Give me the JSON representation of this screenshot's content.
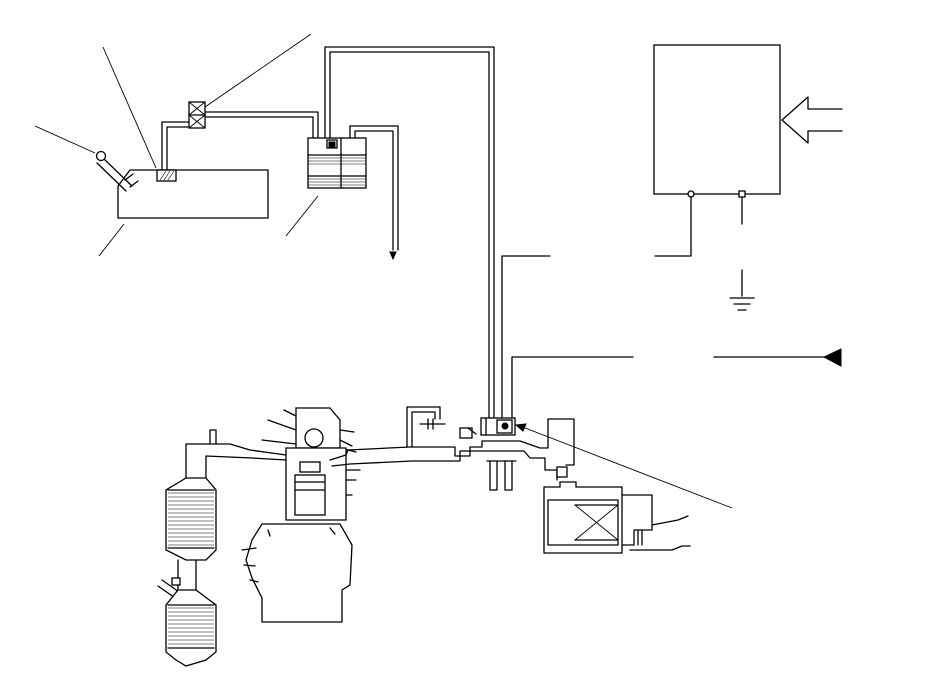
{
  "figure": {
    "line_color": "#000000",
    "background_color": "#ffffff"
  },
  "components": [
    {
      "id": "fuel-tank",
      "icon": "fuel-tank-icon"
    },
    {
      "id": "fuel-filler-cap",
      "icon": "filler-cap-icon"
    },
    {
      "id": "tank-vent-valve",
      "icon": "valve-icon"
    },
    {
      "id": "two-way-valve",
      "icon": "two-way-valve-icon"
    },
    {
      "id": "evap-canister",
      "icon": "canister-icon"
    },
    {
      "id": "ecm",
      "icon": "control-unit-icon"
    },
    {
      "id": "ground",
      "icon": "ground-icon"
    },
    {
      "id": "purge-control-solenoid-valve",
      "icon": "solenoid-valve-icon"
    },
    {
      "id": "engine",
      "icon": "engine-icon"
    },
    {
      "id": "catalytic-converters",
      "icon": "catalyst-icon"
    },
    {
      "id": "air-cleaner",
      "icon": "air-cleaner-icon"
    }
  ]
}
